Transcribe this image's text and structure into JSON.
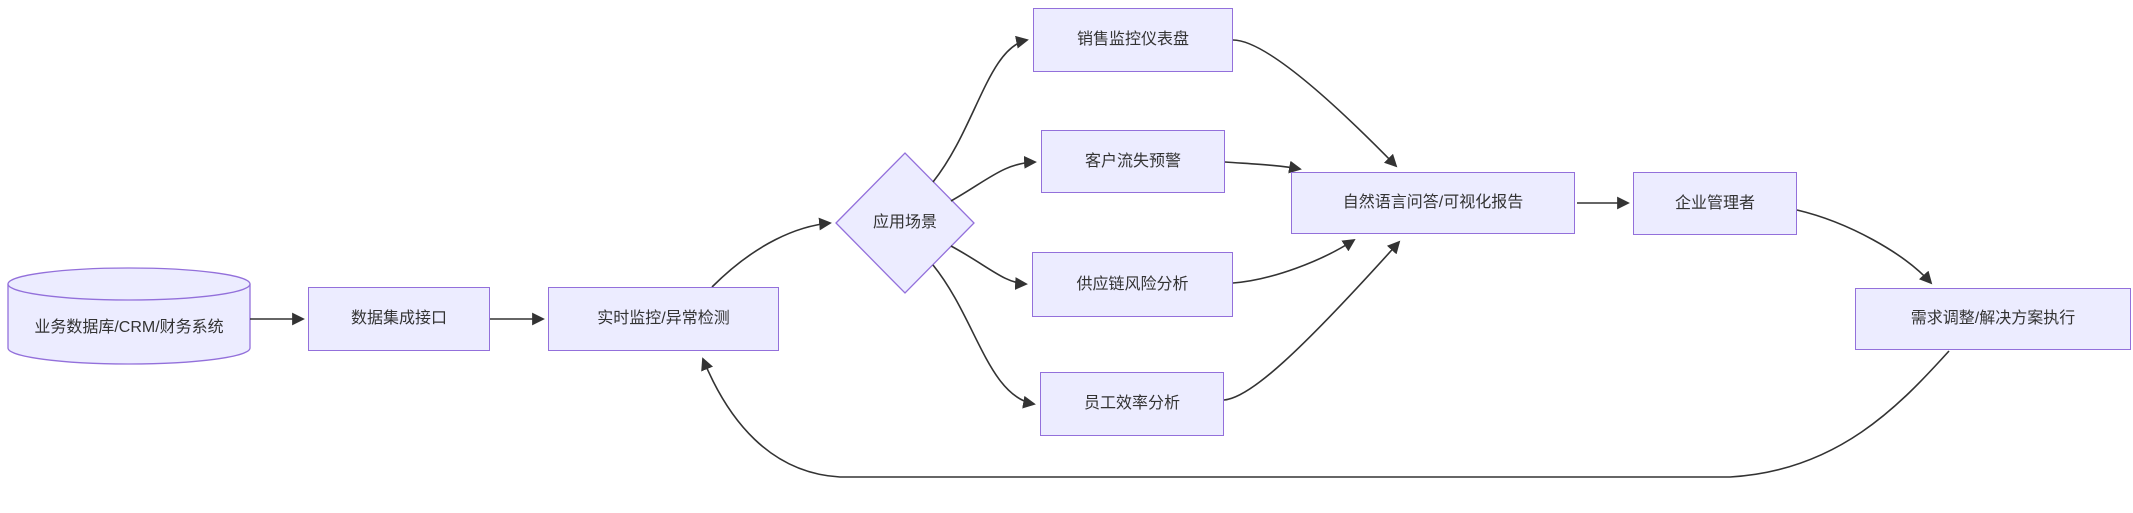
{
  "diagram": {
    "type": "flowchart",
    "colors": {
      "node_fill": "#ECECFF",
      "node_border": "#9370DB",
      "edge": "#333333",
      "text": "#333333",
      "background": "#ffffff"
    },
    "nodes": {
      "db": {
        "label": "业务数据库/CRM/财务系统",
        "shape": "cylinder"
      },
      "integration": {
        "label": "数据集成接口",
        "shape": "rect"
      },
      "monitor": {
        "label": "实时监控/异常检测",
        "shape": "rect"
      },
      "scenario": {
        "label": "应用场景",
        "shape": "diamond"
      },
      "sales": {
        "label": "销售监控仪表盘",
        "shape": "rect"
      },
      "churn": {
        "label": "客户流失预警",
        "shape": "rect"
      },
      "supply": {
        "label": "供应链风险分析",
        "shape": "rect"
      },
      "staff": {
        "label": "员工效率分析",
        "shape": "rect"
      },
      "nlq": {
        "label": "自然语言问答/可视化报告",
        "shape": "rect"
      },
      "manager": {
        "label": "企业管理者",
        "shape": "rect"
      },
      "action": {
        "label": "需求调整/解决方案执行",
        "shape": "rect"
      }
    },
    "edges": [
      {
        "from": "db",
        "to": "integration"
      },
      {
        "from": "integration",
        "to": "monitor"
      },
      {
        "from": "monitor",
        "to": "scenario"
      },
      {
        "from": "scenario",
        "to": "sales"
      },
      {
        "from": "scenario",
        "to": "churn"
      },
      {
        "from": "scenario",
        "to": "supply"
      },
      {
        "from": "scenario",
        "to": "staff"
      },
      {
        "from": "sales",
        "to": "nlq"
      },
      {
        "from": "churn",
        "to": "nlq"
      },
      {
        "from": "supply",
        "to": "nlq"
      },
      {
        "from": "staff",
        "to": "nlq"
      },
      {
        "from": "nlq",
        "to": "manager"
      },
      {
        "from": "manager",
        "to": "action"
      },
      {
        "from": "action",
        "to": "monitor"
      }
    ]
  }
}
